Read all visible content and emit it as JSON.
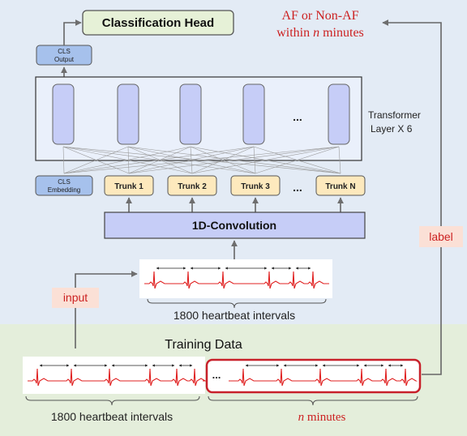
{
  "diagram": {
    "classification_head": "Classification Head",
    "output_line1": "AF or Non-AF",
    "output_line2_prefix": "within ",
    "output_n": "n",
    "output_line2_suffix": " minutes",
    "cls_output_line1": "CLS",
    "cls_output_line2": "Output",
    "cls_embedding_line1": "CLS",
    "cls_embedding_line2": "Embedding",
    "ellipsis": "...",
    "transformer_line1": "Transformer",
    "transformer_line2": "Layer X 6",
    "trunks": [
      "Trunk 1",
      "Trunk 2",
      "Trunk 3",
      "Trunk N"
    ],
    "conv_label": "1D-Convolution",
    "label_tag": "label",
    "input_tag": "input",
    "top_intervals_caption": "1800 heartbeat intervals",
    "training_data_title": "Training Data",
    "bottom_intervals_caption": "1800 heartbeat intervals",
    "bottom_n": "n",
    "bottom_minutes": " minutes",
    "colors": {
      "model_bg": "#e3ebf5",
      "data_bg": "#e4eedb",
      "head_fill": "#e6f1d7",
      "block_fill": "#c6cdf7",
      "trunk_fill": "#fde9bd",
      "cls_fill": "#a6c1ec",
      "ecg_red": "#e02020",
      "text_red": "#cc2222",
      "tag_fill": "#fbe0d6",
      "highlight_red": "#c8202a"
    }
  }
}
